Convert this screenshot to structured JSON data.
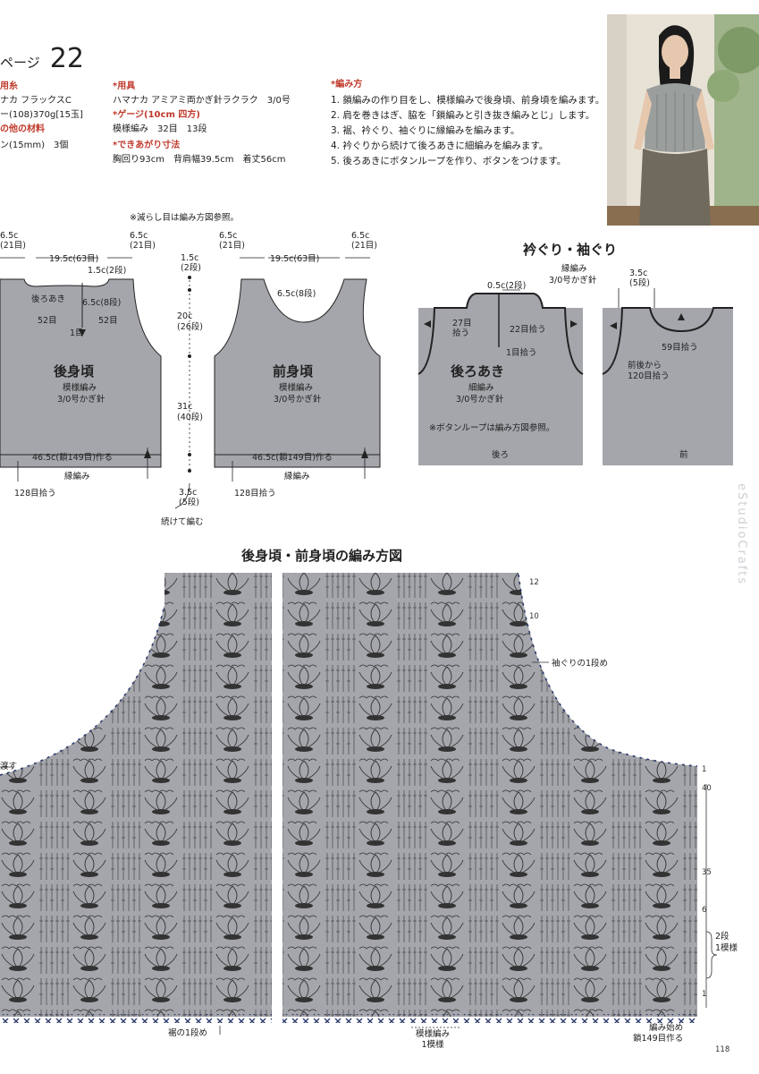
{
  "header": {
    "page_ref_prefix": "ページ",
    "page_ref_num": "22"
  },
  "materials": {
    "yarn_heading": "用糸",
    "yarn_brand": "ナカ フラックスC",
    "yarn_color": "ー(108)370g[15玉]",
    "other_heading": "の他の材料",
    "button": "ン(15mm)　3個",
    "tool_heading": "*用具",
    "tool": "ハマナカ アミアミ両かぎ針ラクラク　3/0号",
    "gauge_heading": "*ゲージ(10cm 四方)",
    "gauge": "模様編み　32目　13段",
    "size_heading": "*できあがり寸法",
    "size": "胸回り93cm　背肩幅39.5cm　着丈56cm"
  },
  "instructions": {
    "heading": "*編み方",
    "steps": [
      "1. 鎖編みの作り目をし、模様編みで後身頃、前身頃を編みます。",
      "2. 肩を巻きはぎ、脇を「鎖編みと引き抜き編みとじ」します。",
      "3. 裾、衿ぐり、袖ぐりに縁編みを編みます。",
      "4. 衿ぐりから続けて後ろあきに細編みを編みます。",
      "5. 後ろあきにボタンループを作り、ボタンをつけます。"
    ]
  },
  "schematics": {
    "reduce_note": "※減らし目は編み方図参照。",
    "back": {
      "title": "後身頃",
      "stitch": "模様編み",
      "hook": "3/0号かぎ針",
      "shoulder_left": "6.5c\n(21目)",
      "shoulder_right": "6.5c\n(21目)",
      "width_top": "19.5c(63目)",
      "neck_depth": "1.5c(2段)",
      "opening": "後ろあき",
      "neck_width": "6.5c(8段)",
      "left_count": "52目",
      "right_count": "52目",
      "center": "1目",
      "cast_on": "46.5c(鎖149目)作る",
      "border": "縁編み",
      "pickup": "128目拾う"
    },
    "vertical": {
      "top": "1.5c\n(2段)",
      "armhole": "20c\n(26段)",
      "body": "31c\n(40段)",
      "hem": "3.5c\n(5段)",
      "continue": "続けて編む"
    },
    "front": {
      "title": "前身頃",
      "stitch": "模様編み",
      "hook": "3/0号かぎ針",
      "shoulder_left": "6.5c\n(21目)",
      "shoulder_right": "6.5c\n(21目)",
      "width_top": "19.5c(63目)",
      "neck": "6.5c(8段)",
      "cast_on": "46.5c(鎖149目)作る",
      "border": "縁編み",
      "pickup": "128目拾う"
    }
  },
  "neck_armhole": {
    "title": "衿ぐり・袖ぐり",
    "stitch": "縁編み",
    "hook": "3/0号かぎ針",
    "back": {
      "top": "0.5c(2段)",
      "left_pick": "27目\n拾う",
      "right_pick": "22目拾う",
      "one_pick": "1目拾う",
      "title": "後ろあき",
      "sub": "細編み",
      "hook": "3/0号かぎ針",
      "note": "※ボタンループは編み方図参照。",
      "label": "後ろ"
    },
    "front": {
      "border": "3.5c\n(5段)",
      "neck_pick": "59目拾う",
      "arm_pick": "前後から\n120目拾う",
      "label": "前"
    }
  },
  "chart": {
    "title": "後身頃・前身頃の編み方図",
    "row_numbers": [
      "12",
      "10",
      "1",
      "40",
      "35",
      "6",
      "1"
    ],
    "armhole_note": "袖ぐりの1段め",
    "hem_note": "裾の1段め",
    "pattern_label": "模様編み\n1模様",
    "repeat_label": "2段\n1模様",
    "start_label": "編み始め\n鎖149目作る",
    "left_note": "渡す",
    "page_number": "118",
    "side_text": "eStudioCrafts"
  }
}
